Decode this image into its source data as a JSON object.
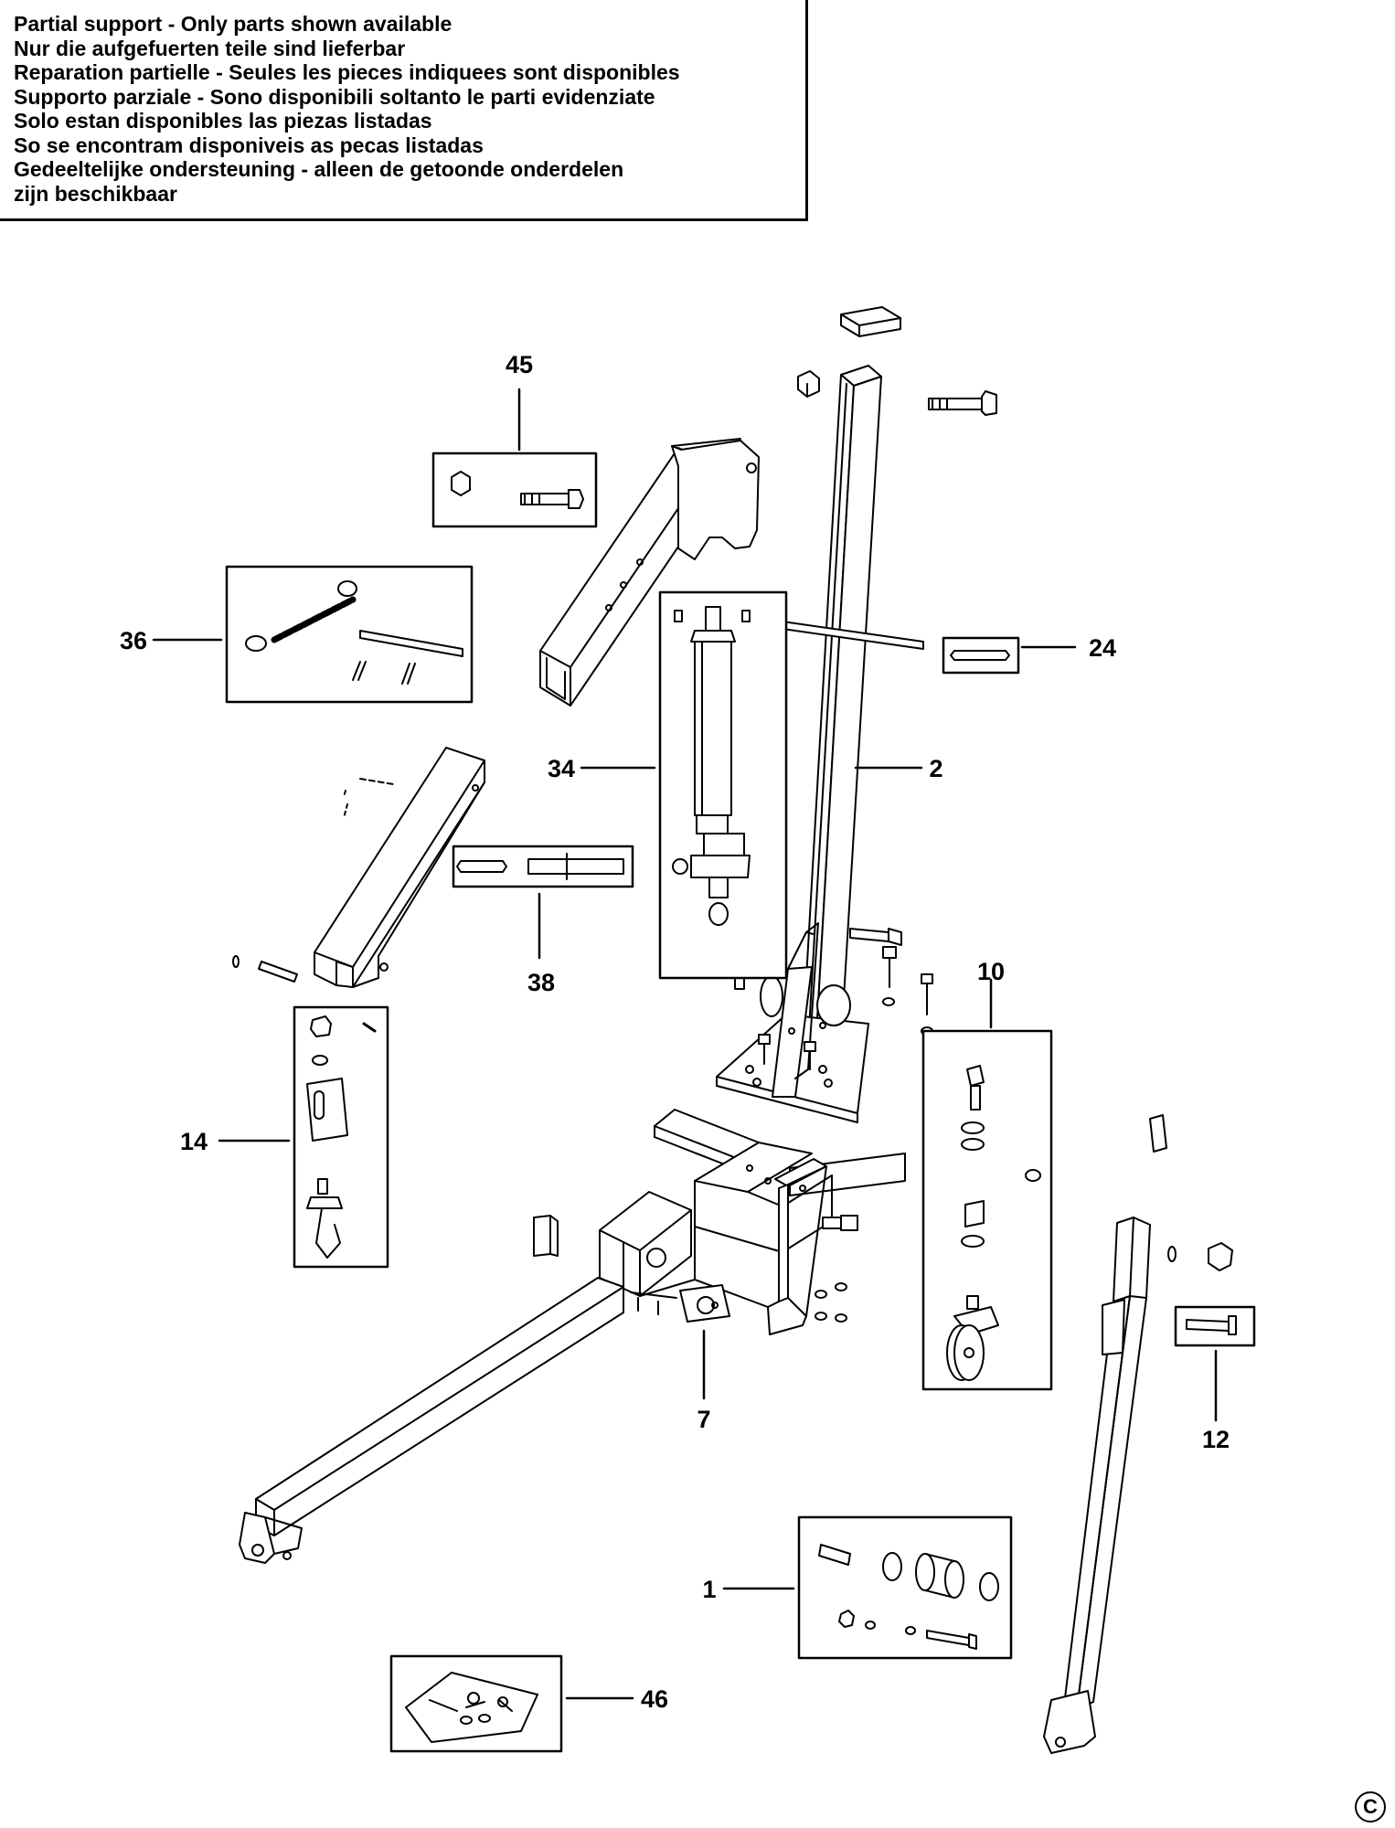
{
  "notice": {
    "lines": [
      "Partial support - Only parts shown available",
      "Nur die aufgefuerten teile sind lieferbar",
      "Reparation partielle - Seules les pieces indiquees sont disponibles",
      "Supporto parziale - Sono disponibili soltanto le parti evidenziate",
      "Solo estan disponibles las piezas listadas",
      "So se encontram disponiveis as pecas listadas",
      "Gedeeltelijke ondersteuning - alleen de getoonde onderdelen",
      "zijn beschikbaar"
    ]
  },
  "callouts": [
    "45",
    "36",
    "24",
    "34",
    "2",
    "38",
    "10",
    "14",
    "7",
    "12",
    "1",
    "46"
  ],
  "copyright": "C"
}
